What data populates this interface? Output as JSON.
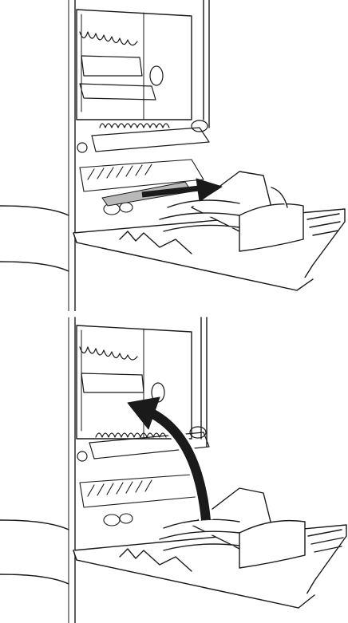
{
  "figure": {
    "panels": [
      {
        "step": "pull-jammed-paper-out",
        "arrow": "straight-right",
        "arrow_color": "#1a1a1a",
        "paper_color": "#b9b9b9"
      },
      {
        "step": "close-right-door",
        "arrow": "curved-up-left",
        "arrow_color": "#1a1a1a"
      }
    ],
    "line_color": "#1a1a1a",
    "fill_color": "#ffffff"
  }
}
